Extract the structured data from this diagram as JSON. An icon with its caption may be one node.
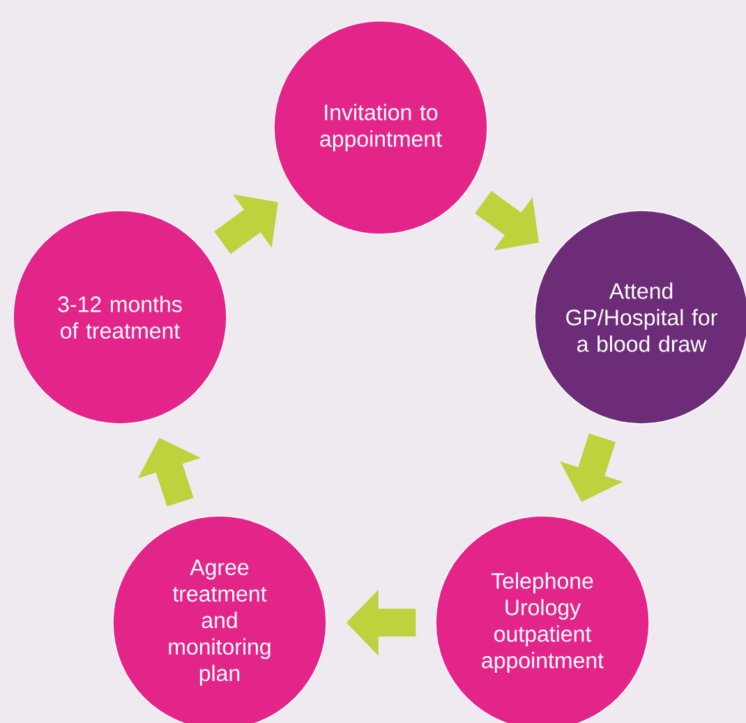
{
  "diagram": {
    "nodes": [
      {
        "text": [
          "Invitation to appointment"
        ]
      },
      {
        "text": [
          "Attend GP/Hospital for a blood draw"
        ]
      },
      {
        "text": [
          "Telephone Urology outpatient appointment"
        ]
      },
      {
        "text": [
          "Agree treatment and monitoring plan"
        ]
      },
      {
        "text": [
          "3-12 months of treatment"
        ]
      }
    ],
    "edges": [
      {
        "from": 0,
        "to": 1,
        "arrow": "to"
      },
      {
        "from": 1,
        "to": 2,
        "arrow": "to"
      },
      {
        "from": 2,
        "to": 3,
        "arrow": "to"
      },
      {
        "from": 3,
        "to": 4,
        "arrow": "to"
      },
      {
        "from": 4,
        "to": 0,
        "arrow": "to"
      }
    ]
  }
}
